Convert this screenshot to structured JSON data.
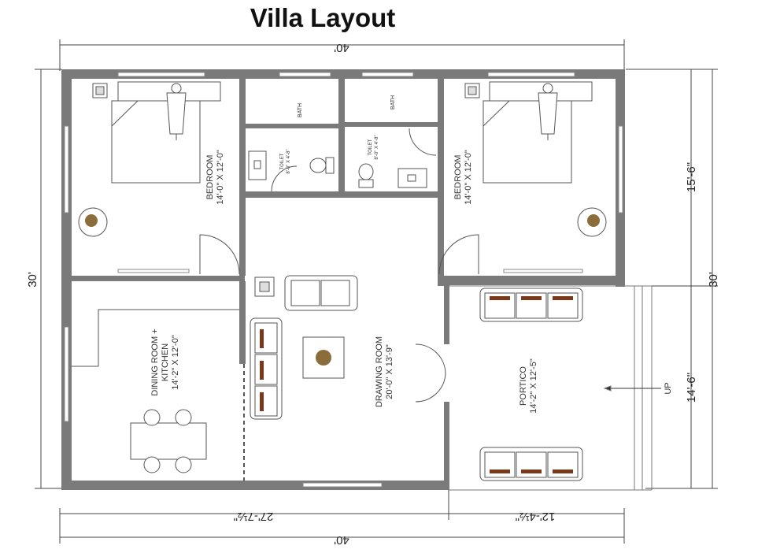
{
  "title": "Villa Layout",
  "rooms": {
    "bedroom_left": {
      "name": "BEDROOM",
      "size": "14'-0\" X 12'-0\""
    },
    "bedroom_right": {
      "name": "BEDROOM",
      "size": "14'-0\" X 12'-0\""
    },
    "bath_left": {
      "name": "BATH"
    },
    "bath_right": {
      "name": "BATH"
    },
    "toilet_left": {
      "name": "TOILET",
      "size": "8'-0\" X 4'-8\""
    },
    "toilet_right": {
      "name": "TOILET",
      "size": "8'-0\" X 4'-8\""
    },
    "dining": {
      "name": "DINING ROOM +",
      "name2": "KITCHEN",
      "size": "14'-2\" X 12'-0\""
    },
    "drawing": {
      "name": "DRAWING ROOM",
      "size": "20'-0\" X 13'-9\""
    },
    "portico": {
      "name": "PORTICO",
      "size": "14'-2\" X 12'-5\""
    }
  },
  "stairs_label": "UP",
  "dimensions": {
    "top_width": "40'",
    "bottom_width": "40'",
    "left_height": "30'",
    "right_height": "30'",
    "right_upper": "15'-6\"",
    "right_lower": "14'-6\"",
    "bottom_left": "27'-7½\"",
    "bottom_right": "12'-4½\""
  }
}
